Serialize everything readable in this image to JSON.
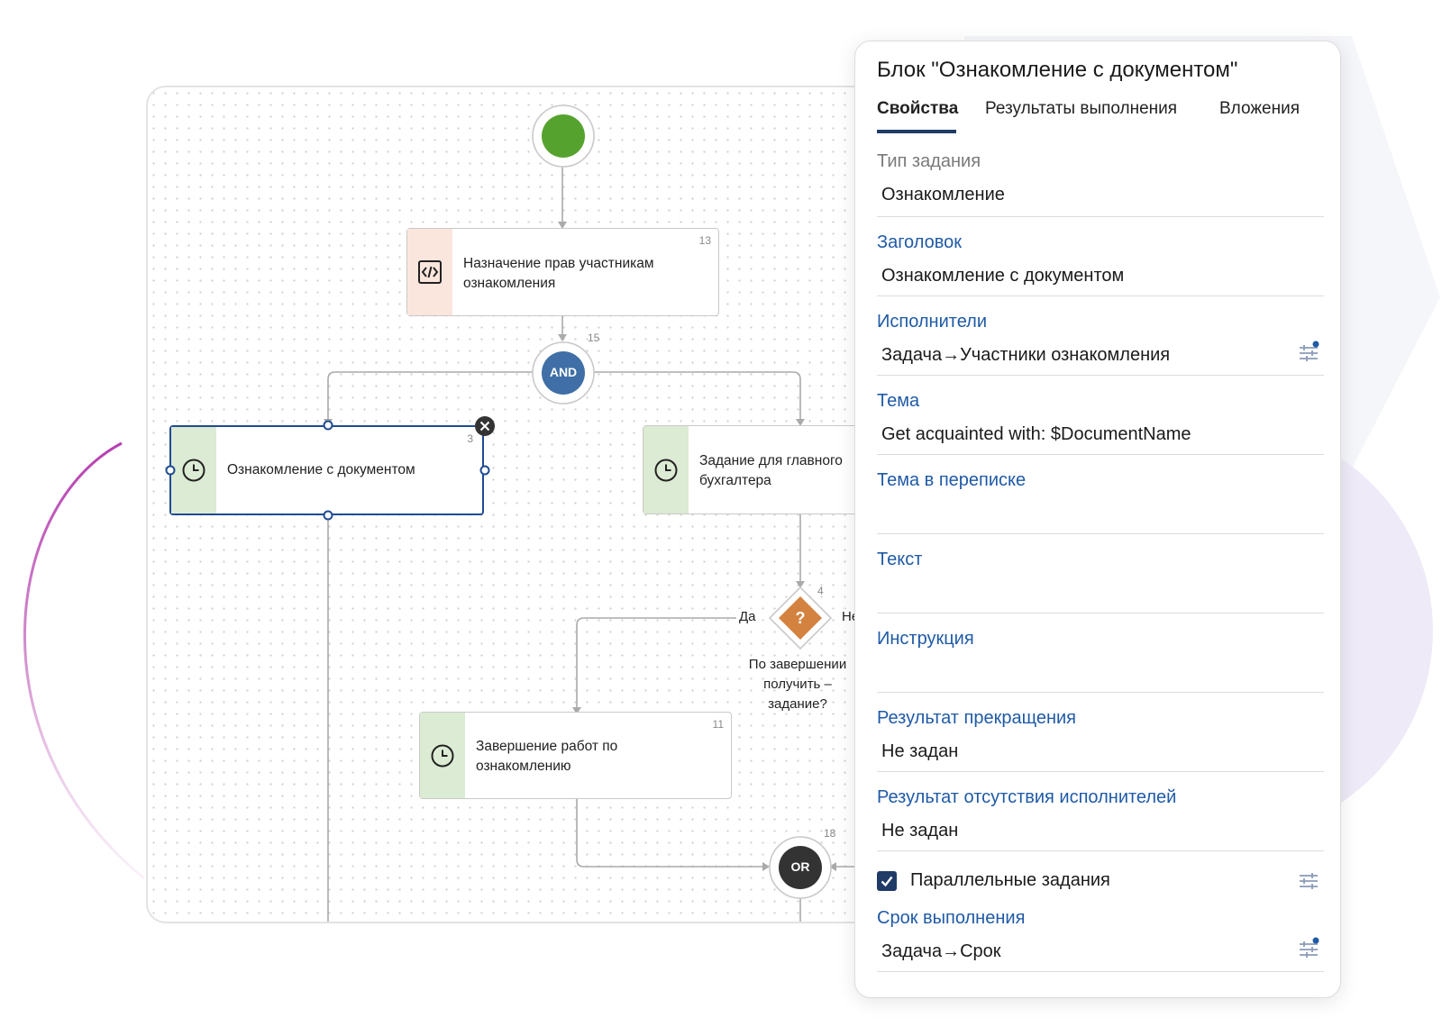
{
  "flow": {
    "nodes": {
      "rights": {
        "number": "13",
        "label_line1": "Назначение прав участникам",
        "label_line2": "ознакомления",
        "icon": "code-icon"
      },
      "and_gateway": {
        "label": "AND",
        "number": "15"
      },
      "familiarization": {
        "number": "3",
        "label": "Ознакомление с документом",
        "icon": "clock-icon"
      },
      "accountant": {
        "label_line1": "Задание для главного",
        "label_line2": "бухгалтера",
        "icon": "clock-icon"
      },
      "condition": {
        "symbol": "?",
        "number": "4",
        "yes_label": "Да",
        "no_label": "Не",
        "text_line1": "По завершении",
        "text_line2": "получить –",
        "text_line3": "задание?"
      },
      "completion": {
        "number": "11",
        "label_line1": "Завершение работ по",
        "label_line2": "ознакомлению",
        "icon": "clock-icon"
      },
      "or_gateway": {
        "label": "OR",
        "number": "18"
      }
    },
    "colors": {
      "start": "#56a22e",
      "and": "#3f6fa6",
      "or": "#333333",
      "condition": "#d4823f",
      "task_stripe": "#dcebd3",
      "script_stripe": "#fbe6dd",
      "selected": "#1f4b92"
    }
  },
  "panel": {
    "title": "Блок \"Ознакомление с документом\"",
    "tabs": [
      {
        "label": "Свойства"
      },
      {
        "label": "Результаты выполнения"
      },
      {
        "label": "Вложения"
      }
    ],
    "fields": {
      "task_type": {
        "label": "Тип задания",
        "value": "Ознакомление"
      },
      "header": {
        "label": "Заголовок",
        "value": "Ознакомление с документом"
      },
      "performers": {
        "label": "Исполнители",
        "value": "Задача→Участники ознакомления"
      },
      "subject": {
        "label": "Тема",
        "value": "Get acquainted with: $DocumentName"
      },
      "thread_subject": {
        "label": "Тема в переписке",
        "value": ""
      },
      "text": {
        "label": "Текст",
        "value": ""
      },
      "instruction": {
        "label": "Инструкция",
        "value": ""
      },
      "abort_result": {
        "label": "Результат прекращения",
        "value": "Не задан"
      },
      "no_performers_result": {
        "label": "Результат отсутствия исполнителей",
        "value": "Не задан"
      },
      "parallel": {
        "label": "Параллельные задания",
        "checked": true
      },
      "deadline": {
        "label": "Срок выполнения",
        "value": "Задача→Срок"
      }
    }
  }
}
